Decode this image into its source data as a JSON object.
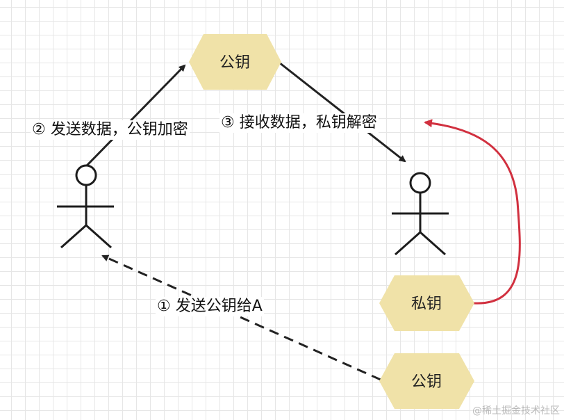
{
  "nodes": {
    "top_public_key": "公钥",
    "private_key": "私钥",
    "bottom_public_key": "公钥"
  },
  "edges": {
    "step1": "① 发送公钥给A",
    "step2": "② 发送数据，公钥加密",
    "step3": "③ 接收数据，私钥解密"
  },
  "watermark": "@稀土掘金技术社区",
  "colors": {
    "key_fill": "#f0e2a8",
    "arrow": "#222222",
    "private_key_arrow": "#d1303f"
  }
}
